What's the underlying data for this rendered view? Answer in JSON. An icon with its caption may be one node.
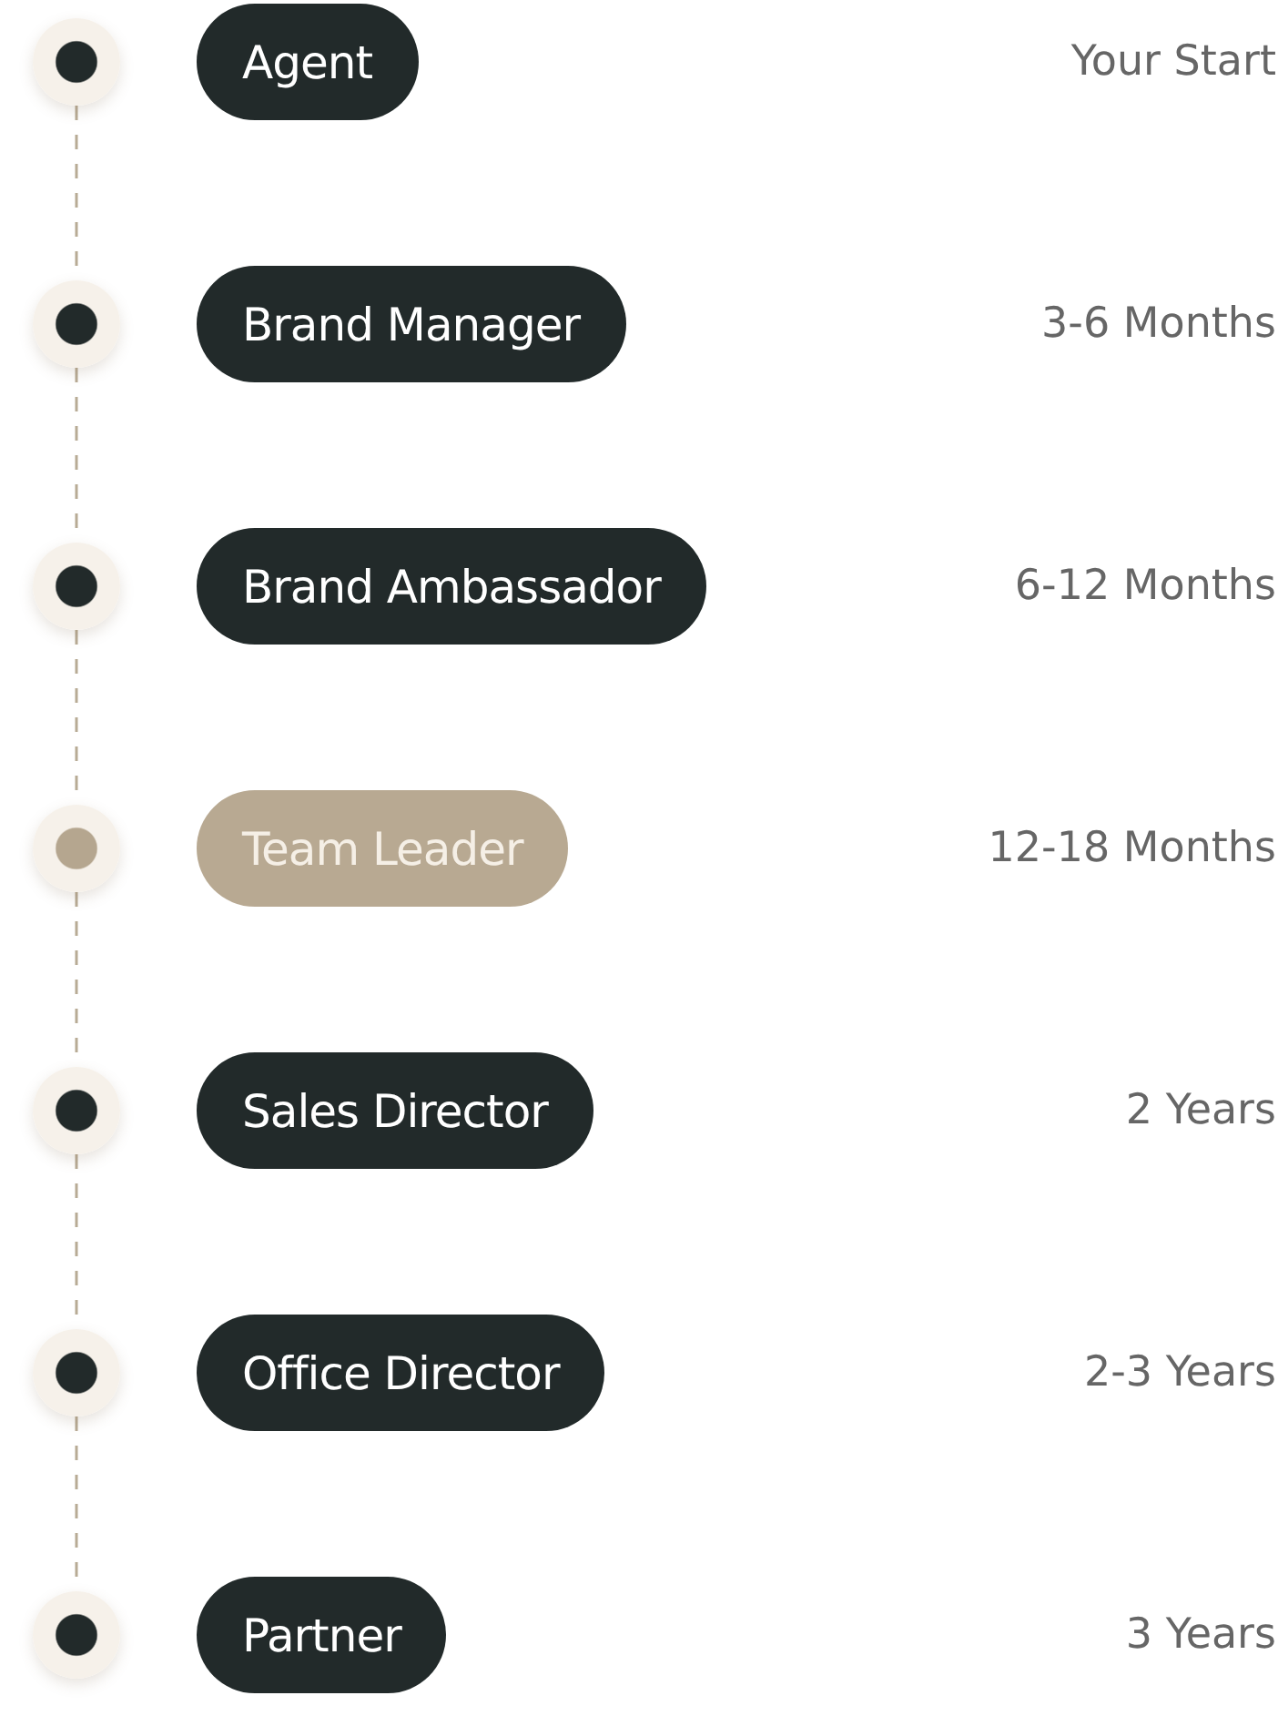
{
  "diagram": {
    "nodes": [
      {
        "text": [],
        "shape": "circle"
      },
      {
        "text": [
          "Agent"
        ]
      },
      {
        "text": [],
        "shape": "circle"
      },
      {
        "text": [
          "Brand Manager"
        ]
      },
      {
        "text": [],
        "shape": "circle"
      },
      {
        "text": [
          "Brand Ambassador"
        ]
      },
      {
        "text": [],
        "shape": "circle"
      },
      {
        "text": [
          "Team Leader"
        ]
      },
      {
        "text": [],
        "shape": "circle"
      },
      {
        "text": [
          "Sales Director"
        ]
      },
      {
        "text": [],
        "shape": "circle"
      },
      {
        "text": [
          "Office Director"
        ]
      },
      {
        "text": [],
        "shape": "circle"
      },
      {
        "text": [
          "Partner"
        ]
      }
    ],
    "edges": [
      {
        "from": 0,
        "to": 2,
        "arrow": "none",
        "style": "dashed"
      },
      {
        "from": 2,
        "to": 4,
        "arrow": "none",
        "style": "dashed"
      },
      {
        "from": 4,
        "to": 6,
        "arrow": "none",
        "style": "dashed"
      },
      {
        "from": 6,
        "to": 8,
        "arrow": "none",
        "style": "dashed"
      },
      {
        "from": 8,
        "to": 10,
        "arrow": "none",
        "style": "dashed"
      },
      {
        "from": 10,
        "to": 12,
        "arrow": "none",
        "style": "dashed"
      }
    ],
    "labels": [
      "Your Start",
      "3-6 Months",
      "6-12 Months",
      "12-18 Months",
      "2 Years",
      "2-3 Years",
      "3 Years"
    ]
  }
}
